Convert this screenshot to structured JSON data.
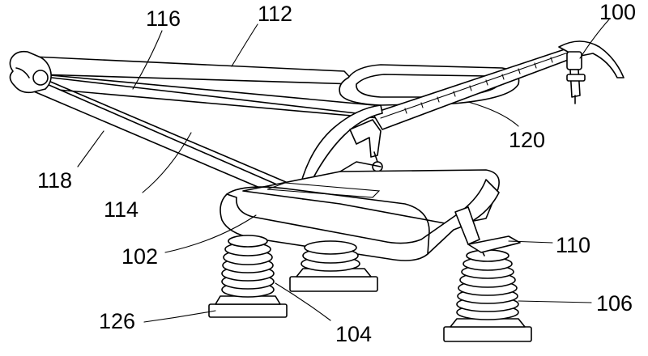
{
  "labels": {
    "ref_100": "100",
    "ref_102": "102",
    "ref_104": "104",
    "ref_106": "106",
    "ref_110": "110",
    "ref_112": "112",
    "ref_114": "114",
    "ref_116": "116",
    "ref_118": "118",
    "ref_120": "120",
    "ref_126": "126"
  }
}
